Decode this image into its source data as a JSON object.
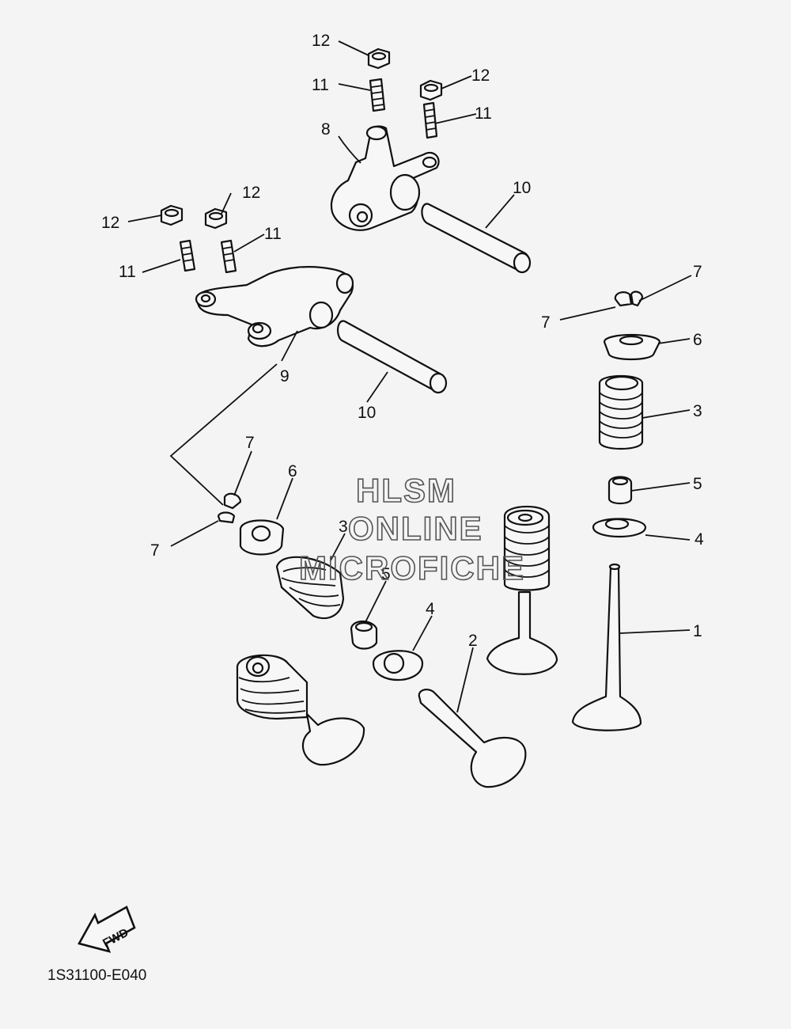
{
  "diagram_code": "1S31100-E040",
  "fwd_label": "FWD",
  "watermark": [
    "HLSM",
    "ONLINE",
    "MICROFICHE"
  ],
  "callouts": {
    "c12a": "12",
    "c11a": "11",
    "c12b": "12",
    "c11b": "11",
    "c8": "8",
    "c12c": "12",
    "c12d": "12",
    "c11c": "11",
    "c11d": "11",
    "c10a": "10",
    "c9": "9",
    "c10b": "10",
    "c7a": "7",
    "c7b": "7",
    "c6a": "6",
    "c3a": "3",
    "c5a": "5",
    "c4a": "4",
    "c1": "1",
    "c7c": "7",
    "c6b": "6",
    "c7d": "7",
    "c3b": "3",
    "c5b": "5",
    "c4b": "4",
    "c2": "2"
  }
}
